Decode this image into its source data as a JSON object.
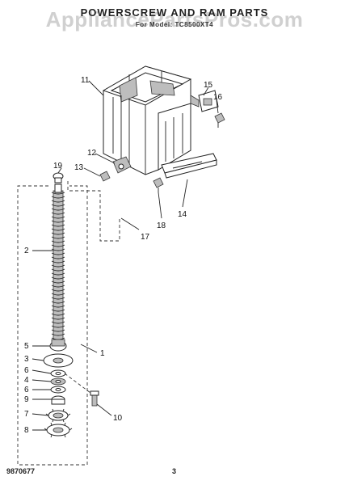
{
  "header": {
    "title": "POWERSCREW AND RAM PARTS",
    "subtitle": "For Model: TC8500XT4",
    "watermark": "AppliancePartsPros.com"
  },
  "footer": {
    "part_number": "9870677",
    "page_number": "3"
  },
  "callouts": [
    "1",
    "2",
    "3",
    "4",
    "5",
    "6",
    "6",
    "7",
    "8",
    "9",
    "10",
    "11",
    "12",
    "13",
    "14",
    "15",
    "16",
    "17",
    "18",
    "19"
  ]
}
